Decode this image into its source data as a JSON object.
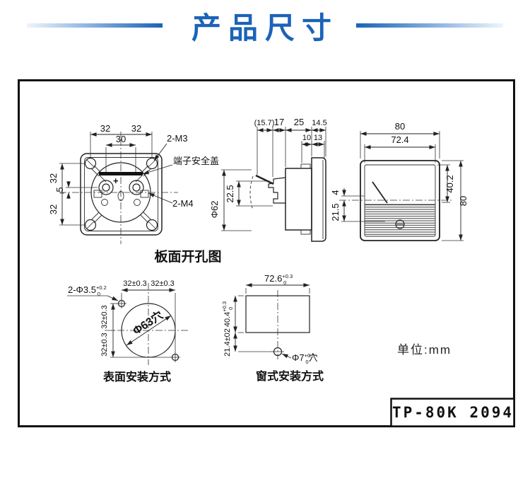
{
  "page": {
    "title": "产品尺寸",
    "section_caption": "板面开孔图",
    "unit_note": "单位:mm",
    "model_code": "TP-80K 2094"
  },
  "colors": {
    "accent_blue": "#1b63b7",
    "ink": "#222222"
  },
  "rear_view": {
    "dim_top_left": "32",
    "dim_top_right": "32",
    "dim_top_inner": "30",
    "dim_left_top": "32",
    "dim_left_small": "5",
    "dim_left_bottom": "32",
    "label_m3": "2-M3",
    "label_terminal_cover": "端子安全盖",
    "label_m4": "2-M4",
    "polarity_mark": "+"
  },
  "side_view": {
    "dim_front_depth": "(15.7)",
    "dim_17": "17",
    "dim_25": "25",
    "dim_14_5": "14.5",
    "dim_10": "10",
    "dim_13": "13",
    "dim_body_dia": "Φ62",
    "dim_22_5": "22.5"
  },
  "front_view": {
    "dim_width_outer": "80",
    "dim_width_inner": "72.4",
    "dim_scale_height": "40.2",
    "dim_height_outer": "80",
    "dim_4": "4",
    "dim_21_5": "21.5"
  },
  "surface_mount": {
    "caption": "表面安装方式",
    "holes_label": "2-Φ3.5",
    "holes_tol_sup": "+0.2",
    "holes_tol_sub": "0",
    "dim_top_left": "32±0.3",
    "dim_top_right": "32±0.3",
    "dim_left_top": "32±0.3",
    "dim_left_bottom": "32±0.3",
    "cutout_label": "Φ63穴"
  },
  "window_mount": {
    "caption": "窗式安装方式",
    "dim_width": "72.6",
    "dim_width_sup": "+0.3",
    "dim_width_sub": "0",
    "dim_height": "40.4",
    "dim_height_sup": "+0.3",
    "dim_height_sub": "0",
    "dim_offset": "21.4±02",
    "hole_label": "Φ7",
    "hole_tol_sup": "+0.5",
    "hole_tol_sub": "0",
    "hole_suffix": "穴"
  }
}
